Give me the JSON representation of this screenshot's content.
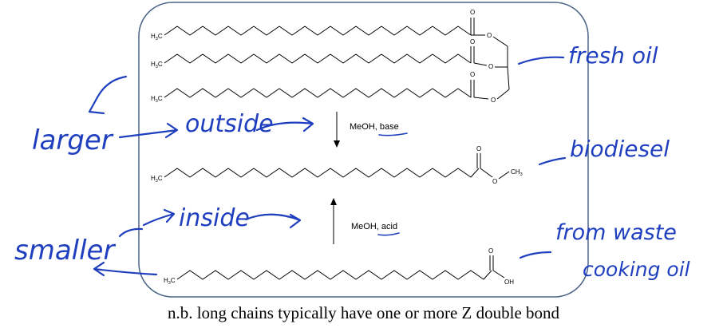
{
  "molecules": {
    "triglyceride": {
      "chain_start_label": "H",
      "chain_start_sub": "3",
      "chain_start_tail": "C",
      "carbonyl_o": "O",
      "ester_o": "O"
    },
    "methyl_ester": {
      "chain_start_label": "H",
      "chain_start_sub": "3",
      "chain_start_tail": "C",
      "carbonyl_o": "O",
      "ester_o": "O",
      "methyl": "CH",
      "methyl_sub": "3"
    },
    "fatty_acid": {
      "chain_start_label": "H",
      "chain_start_sub": "3",
      "chain_start_tail": "C",
      "carbonyl_o": "O",
      "hydroxyl": "OH"
    }
  },
  "reactions": {
    "down": {
      "reagent": "MeOH,",
      "catalyst": "base"
    },
    "up": {
      "reagent": "MeOH,",
      "catalyst": "acid"
    }
  },
  "handwriting": {
    "fresh_oil": "fresh oil",
    "biodiesel": "biodiesel",
    "waste_oil_line1": "from waste",
    "waste_oil_line2": "cooking oil",
    "larger": "larger",
    "outside": "outside",
    "inside": "inside",
    "smaller": "smaller"
  },
  "caption": "n.b. long chains typically have one or more Z double bond",
  "colors": {
    "ink": "#1f3fbf",
    "frame": "#4a6286"
  }
}
